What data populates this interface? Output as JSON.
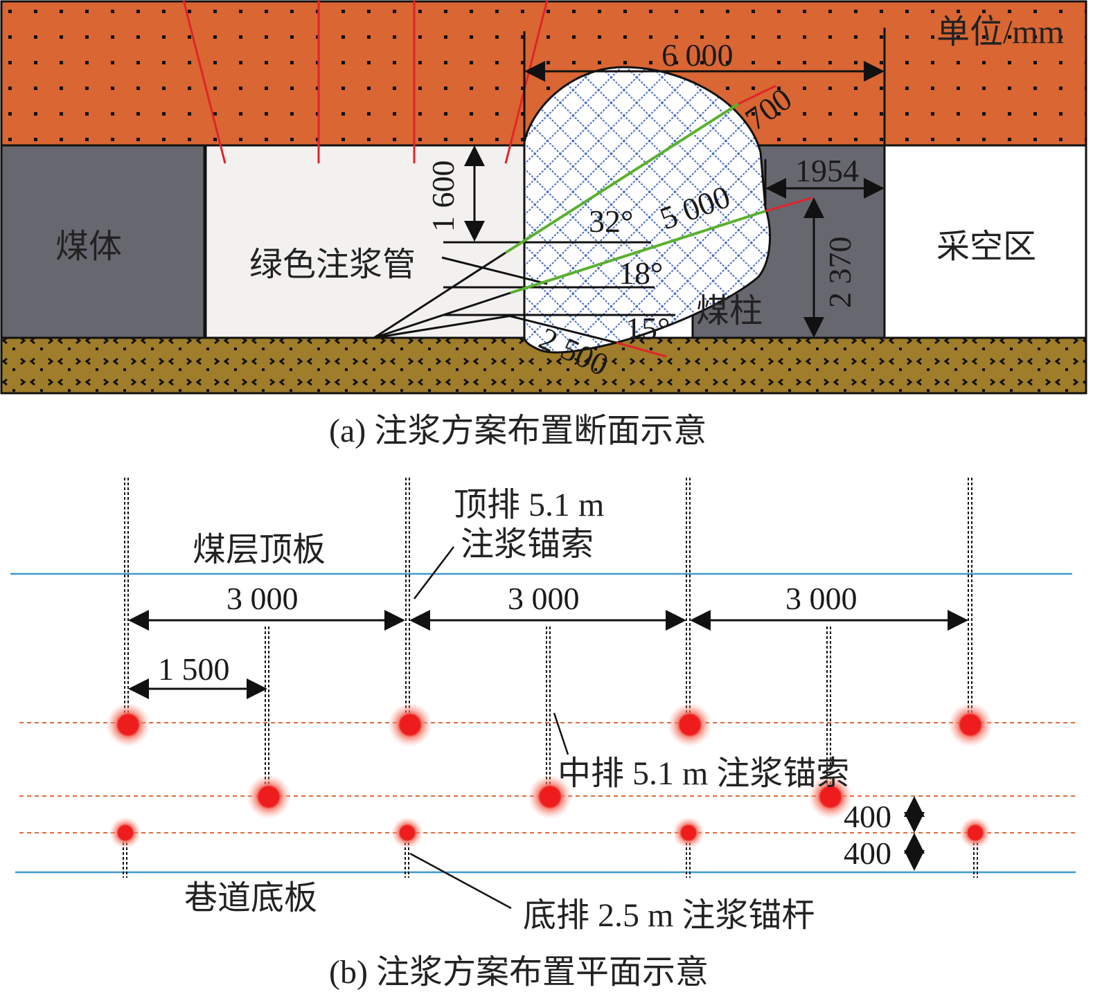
{
  "section_a": {
    "unit": "单位/mm",
    "width_dim": "6 000",
    "dim_700": "700",
    "dim_1954": "1954",
    "dim_1600": "1 600",
    "dim_5000": "5 000",
    "dim_2370": "2 370",
    "dim_2500": "2 500",
    "angle_32": "32°",
    "angle_18": "18°",
    "angle_15": "15°",
    "coal_body": "煤体",
    "goaf": "采空区",
    "coal_pillar": "煤柱",
    "green_pipe": "绿色注浆管",
    "caption": "(a) 注浆方案布置断面示意",
    "colors": {
      "roof": "#d96633",
      "floor": "#a07d2a",
      "coal": "#67676f",
      "roadway": "#f2f1ef",
      "pipe": "#5ab02e",
      "red": "#e0242a"
    }
  },
  "section_b": {
    "roof_label": "煤层顶板",
    "floor_label": "巷道底板",
    "top_row_label_1": "顶排 5.1 m",
    "top_row_label_2": "注浆锚索",
    "mid_row_label": "中排 5.1 m 注浆锚索",
    "bottom_row_label": "底排 2.5 m 注浆锚杆",
    "spacings": [
      "3 000",
      "3 000",
      "3 000"
    ],
    "half_spacing": "1 500",
    "row_gap_1": "400",
    "row_gap_2": "400",
    "caption": "(b) 注浆方案布置平面示意"
  }
}
